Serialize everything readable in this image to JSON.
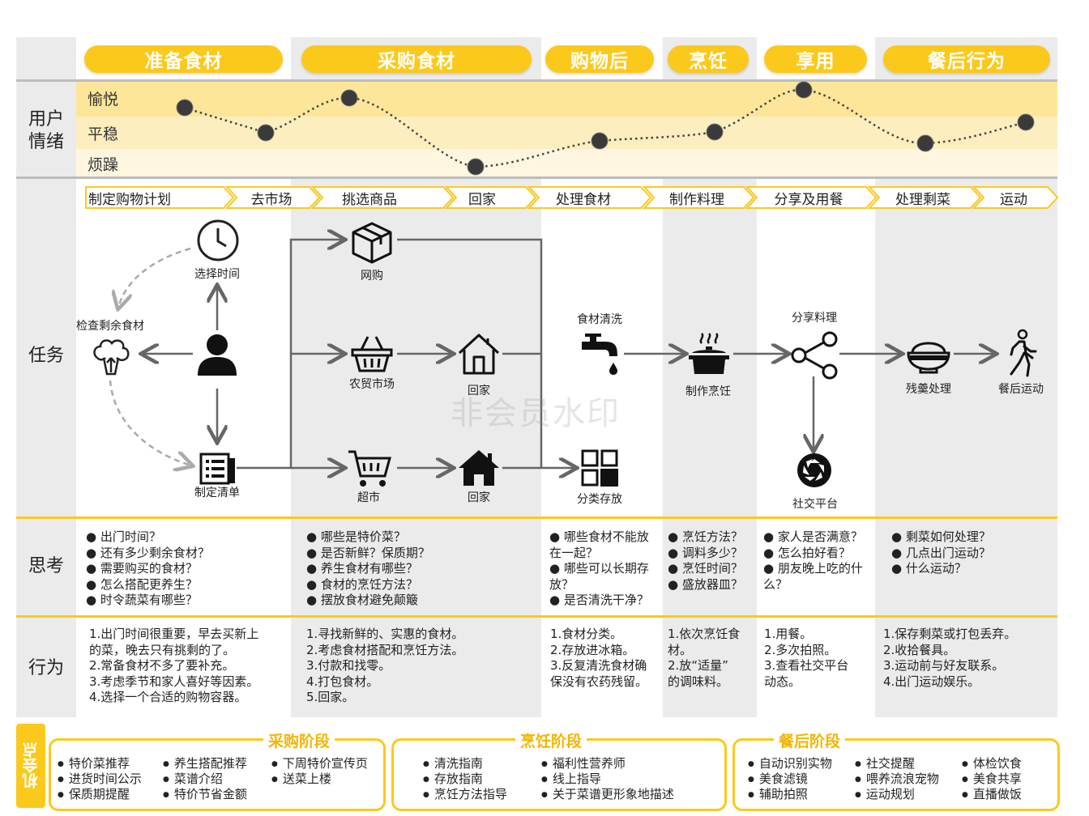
{
  "stages": [
    "准备食材",
    "采购食材",
    "购物后",
    "烹饪",
    "享用",
    "餐后行为"
  ],
  "row_labels": {
    "emotion": "用户\n情绪",
    "task": "任务",
    "think": "思考",
    "act": "行为",
    "opportunity": "机会点"
  },
  "emotion_levels": [
    "愉悦",
    "平稳",
    "烦躁"
  ],
  "tasks": [
    "制定购物计划",
    "去市场",
    "挑选商品",
    "回家",
    "处理食材",
    "制作料理",
    "分享及用餐",
    "处理剩菜",
    "运动"
  ],
  "icons": {
    "check_leftover": "检查剩余食材",
    "select_time": "选择时间",
    "make_list": "制定清单",
    "online": "网购",
    "market": "农贸市场",
    "supermarket": "超市",
    "home1": "回家",
    "home2": "回家",
    "wash": "食材清洗",
    "sort_store": "分类存放",
    "cook": "制作烹饪",
    "share": "分享料理",
    "social": "社交平台",
    "leftover": "残羹处理",
    "exercise": "餐后运动"
  },
  "icon_names": {
    "check_leftover": "broccoli-icon",
    "select_time": "clock-icon",
    "person": "person-icon",
    "make_list": "list-icon",
    "online": "package-icon",
    "market": "basket-icon",
    "supermarket": "cart-icon",
    "home1": "house-outline-icon",
    "home2": "house-solid-icon",
    "wash": "faucet-icon",
    "sort_store": "grid-icon",
    "cook": "pot-icon",
    "share": "share-icon",
    "social": "aperture-icon",
    "leftover": "rice-bowl-icon",
    "exercise": "walking-icon"
  },
  "watermark": "非会员水印",
  "thinking": [
    "● 出门时间？\n● 还有多少剩余食材？\n● 需要购买的食材？\n● 怎么搭配更养生？\n● 时令蔬菜有哪些？",
    "● 哪些是特价菜？\n● 是否新鲜？保质期？\n● 养生食材有哪些？\n● 食材的烹饪方法？\n● 摆放食材避免颠簸",
    "● 哪些食材不能放\n在一起？\n● 哪些可以长期存\n放？\n● 是否清洗干净？",
    "● 烹饪方法？\n● 调料多少？\n● 烹饪时间？\n● 盛放器皿？",
    "● 家人是否满意？\n● 怎么拍好看？\n● 朋友晚上吃的什\n么？",
    "● 剩菜如何处理？\n● 几点出门运动？\n● 什么运动？"
  ],
  "actions": [
    "1.出门时间很重要，早去买新上\n的菜，晚去只有挑剩的了。\n2.常备食材不多了要补充。\n3.考虑季节和家人喜好等因素。\n4.选择一个合适的购物容器。",
    "1.寻找新鲜的、实惠的食材。\n2.考虑食材搭配和烹饪方法。\n3.付款和找零。\n4.打包食材。\n5.回家。",
    "1.食材分类。\n2.存放进冰箱。\n3.反复清洗食材确\n保没有农药残留。",
    "1.依次烹饪食\n材。\n2.放“适量”\n的调味料。",
    "1.用餐。\n2.多次拍照。\n3.查看社交平台\n动态。",
    "1.保存剩菜或打包丢弃。\n2.收拾餐具。\n3.运动前与好友联系。\n4.出门运动娱乐。"
  ],
  "opportunities": [
    {
      "title": "采购阶段",
      "items": [
        "特价菜推荐",
        "进货时间公示",
        "保质期提醒",
        "养生搭配推荐",
        "菜谱介绍",
        "特价节省金额",
        "下周特价宣传页",
        "送菜上楼"
      ]
    },
    {
      "title": "烹饪阶段",
      "items": [
        "清洗指南",
        "存放指南",
        "烹饪方法指导",
        "福利性营养师",
        "线上指导",
        "关于菜谱更形象地描述"
      ]
    },
    {
      "title": "餐后阶段",
      "items": [
        "自动识别实物",
        "美食滤镜",
        "辅助拍照",
        "社交提醒",
        "喂养流浪宠物",
        "运动规划",
        "体检饮食",
        "美食共享",
        "直播做饭"
      ]
    }
  ],
  "colors": {
    "accent": "#fbc91c",
    "band1": "#fde69a",
    "band2": "#fdeebf",
    "band3": "#fef6de",
    "column": "#ebebeb"
  }
}
